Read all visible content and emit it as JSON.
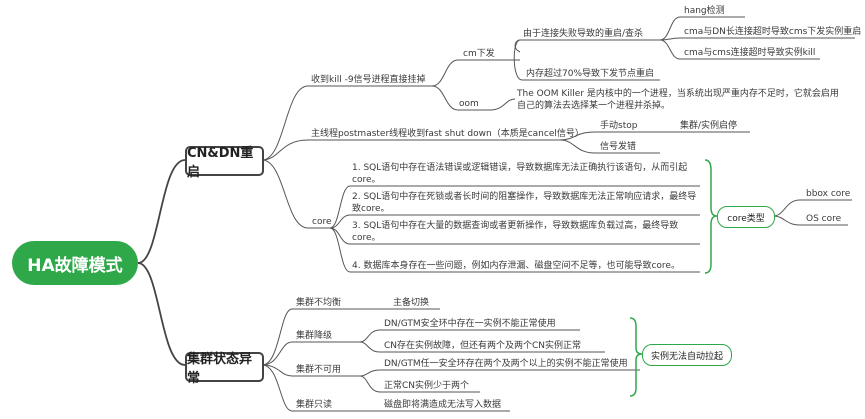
{
  "root": "HA故障模式",
  "cn_dn": {
    "title": "CN&DN重启",
    "kill9": "收到kill -9信号进程直接挂掉",
    "cm_issued": "cm下发",
    "reconnect": "由于连接失败导致的重启/查杀",
    "hang": "hang检测",
    "cma_dn": "cma与DN长连接超时导致cms下发实例重启",
    "cma_cms": "cma与cms连接超时导致实例kill",
    "mem70": "内存超过70%导致下发节点重启",
    "oom": "oom",
    "oom_desc": "The OOM Killer 是内核中的一个进程，当系统出现严重内存不足时，它就会启用自己的算法去选择某一个进程并杀掉。",
    "fast_shutdown": "主线程postmaster线程收到fast shut down（本质是cancel信号）",
    "manual_stop": "手动stop",
    "cluster_restart": "集群/实例启停",
    "signal": "信号发错",
    "core": "core",
    "core_items": [
      "1. SQL语句中存在语法错误或逻辑错误，导致数据库无法正确执行该语句，从而引起core。",
      "2. SQL语句中存在死锁或者长时间的阻塞操作，导致数据库无法正常响应请求，最终导致core。",
      "3. SQL语句中存在大量的数据查询或者更新操作，导致数据库负载过高，最终导致core。",
      "4. 数据库本身存在一些问题，例如内存泄漏、磁盘空间不足等，也可能导致core。"
    ],
    "core_type": "core类型",
    "bbox": "bbox core",
    "os": "OS core"
  },
  "cluster": {
    "title": "集群状态异常",
    "unbalanced": "集群不均衡",
    "switch": "主备切换",
    "degraded": "集群降级",
    "deg1": "DN/GTM安全环中存在一实例不能正常使用",
    "deg2": "CN存在实例故障，但还有两个及两个CN实例正常",
    "unavailable": "集群不可用",
    "un1": "DN/GTM任一安全环存在两个及两个以上的实例不能正常使用",
    "un2": "正常CN实例少于两个",
    "no_autostart": "实例无法自动拉起",
    "readonly": "集群只读",
    "disk_full": "磁盘即将满造成无法写入数据"
  }
}
